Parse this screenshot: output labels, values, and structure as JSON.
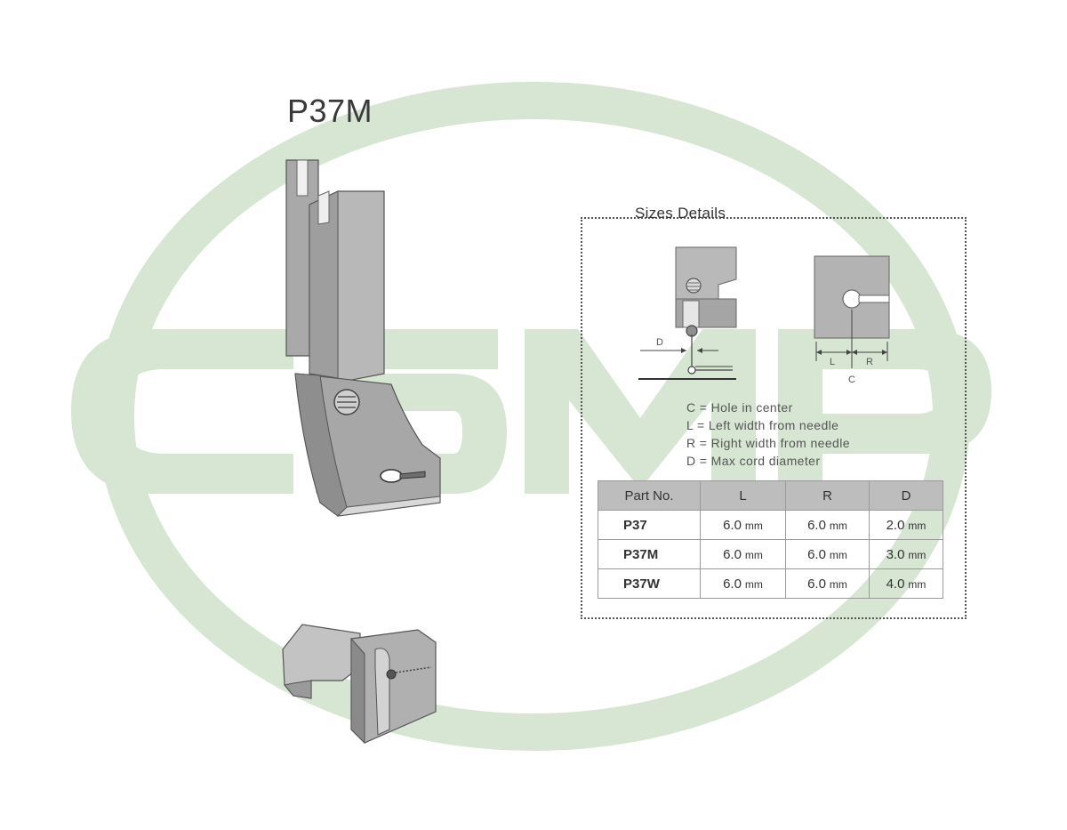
{
  "watermark": {
    "text": "CSMP",
    "color": "#d6e6d2"
  },
  "product": {
    "title": "P37M"
  },
  "sizes": {
    "title": "Sizes Details",
    "diagram_labels": {
      "d": "D",
      "l": "L",
      "r": "R",
      "c": "C"
    },
    "legend": [
      "C = Hole in center",
      "L = Left width from needle",
      "R = Right width from needle",
      "D = Max cord diameter"
    ]
  },
  "table": {
    "headers": [
      "Part No.",
      "L",
      "R",
      "D"
    ],
    "rows": [
      {
        "part": "P37",
        "l": "6.0",
        "r": "6.0",
        "d": "2.0"
      },
      {
        "part": "P37M",
        "l": "6.0",
        "r": "6.0",
        "d": "3.0"
      },
      {
        "part": "P37W",
        "l": "6.0",
        "r": "6.0",
        "d": "4.0"
      }
    ],
    "unit": "mm"
  },
  "colors": {
    "metal_light": "#b5b5b5",
    "metal_mid": "#9a9a9a",
    "metal_dark": "#6e6e6e",
    "table_header": "#bdbdbd"
  }
}
